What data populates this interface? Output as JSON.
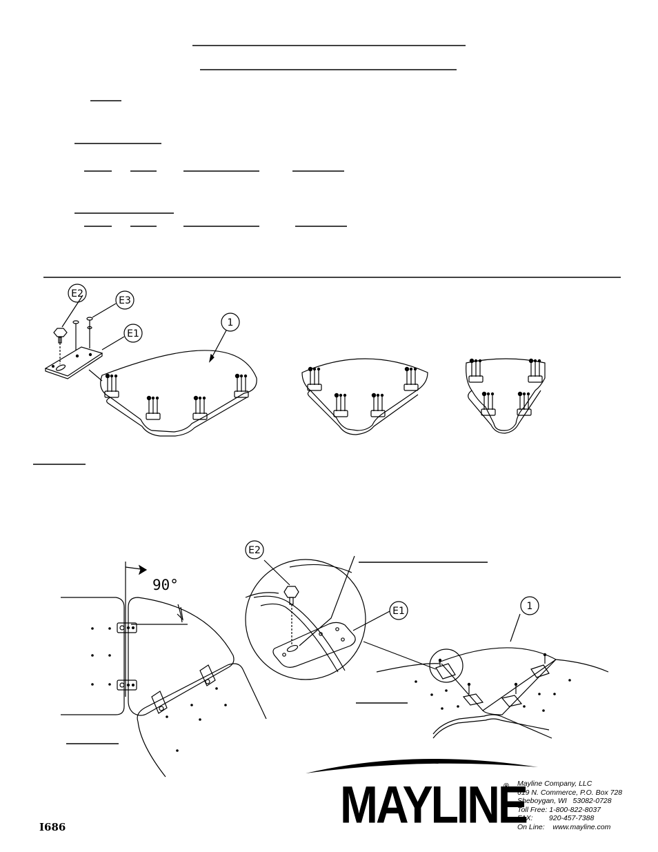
{
  "callouts": {
    "e2_top": "E2",
    "e3_top": "E3",
    "e1_top": "E1",
    "part1_top": "1",
    "e2_detail": "E2",
    "e1_detail": "E1",
    "part1_bottom": "1"
  },
  "angle_label": "90°",
  "brand": {
    "name": "MAYLINE",
    "registered": "®"
  },
  "company": {
    "line1": "Mayline Company, LLC",
    "line2": "619 N. Commerce, P.O. Box 728",
    "line3": "Sheboygan, WI   53082-0728",
    "line4": "Toll Free: 1-800-822-8037",
    "line5": "FAX:        920-457-7388",
    "line6": "On Line:    www.mayline.com"
  },
  "doc_number": "I686",
  "colors": {
    "ink": "#000000",
    "paper": "#ffffff"
  }
}
